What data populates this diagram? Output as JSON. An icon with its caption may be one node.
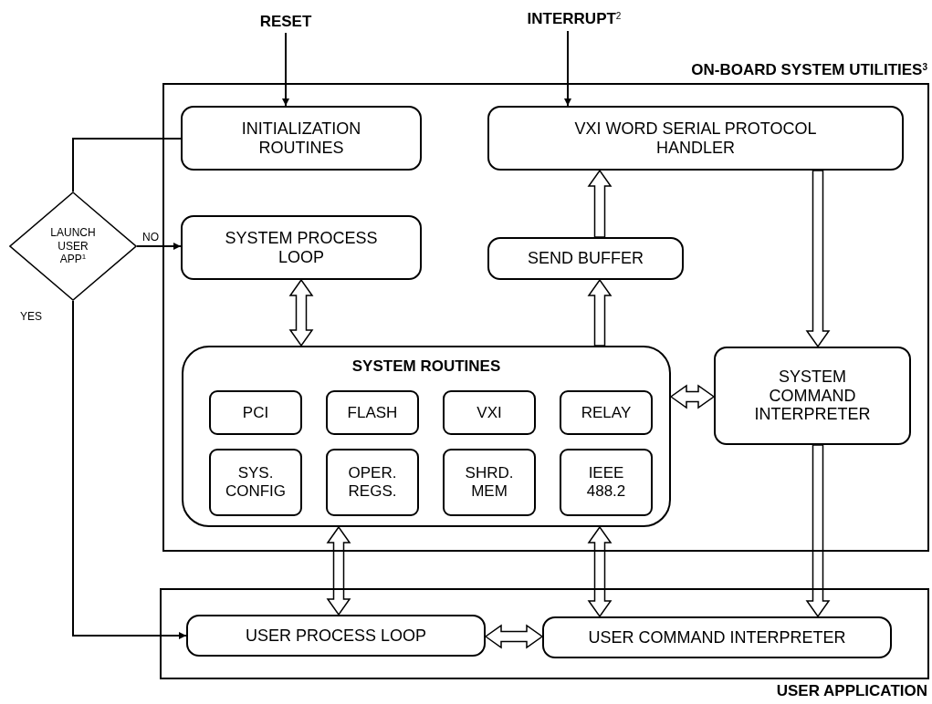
{
  "diagram": {
    "nodes": [
      {
        "text": [
          "RESET"
        ]
      },
      {
        "text": [
          "INTERRUPT$^{2}$"
        ]
      },
      {
        "text": [
          "ON-BOARD SYSTEM UTILITIES$^{3}$"
        ]
      },
      {
        "text": [
          "INITIALIZATION ROUTINES"
        ],
        "in": 2
      },
      {
        "text": [
          "VXI WORD SERIAL PROTOCOL HANDLER"
        ],
        "in": 2
      },
      {
        "text": [
          "LAUNCH USER APP$^{1}$"
        ]
      },
      {
        "text": [
          "SYSTEM PROCESS LOOP"
        ],
        "in": 2
      },
      {
        "text": [
          "SEND BUFFER"
        ],
        "in": 2
      },
      {
        "text": [
          "SYSTEM ROUTINES"
        ],
        "in": 2
      },
      {
        "text": [
          "PCI"
        ],
        "in": 8
      },
      {
        "text": [
          "FLASH"
        ],
        "in": 8
      },
      {
        "text": [
          "VXI"
        ],
        "in": 8
      },
      {
        "text": [
          "RELAY"
        ],
        "in": 8
      },
      {
        "text": [
          "SYS. CONFIG"
        ],
        "in": 8
      },
      {
        "text": [
          "OPER. REGS."
        ],
        "in": 8
      },
      {
        "text": [
          "SHRD. MEM"
        ],
        "in": 8
      },
      {
        "text": [
          "IEEE 488.2"
        ],
        "in": 8
      },
      {
        "text": [
          "SYSTEM COMMAND INTERPRETER"
        ],
        "in": 2
      },
      {
        "text": [
          "USER APPLICATION"
        ]
      },
      {
        "text": [
          "USER PROCESS LOOP"
        ],
        "in": 18
      },
      {
        "text": [
          "USER COMMAND INTERPRETER"
        ],
        "in": 18
      }
    ],
    "edges": [
      {
        "from": 0,
        "to": 3,
        "arrow": "to"
      },
      {
        "from": 1,
        "to": 4,
        "arrow": "to"
      },
      {
        "from": 3,
        "to": 5,
        "arrow": "none"
      },
      {
        "from": 5,
        "to": 6,
        "arrow": "to",
        "label": "NO"
      },
      {
        "from": 5,
        "to": 19,
        "arrow": "to",
        "label": "YES"
      },
      {
        "from": 6,
        "to": 8,
        "arrow": "both",
        "style": "thick"
      },
      {
        "from": 8,
        "to": 7,
        "arrow": "to",
        "style": "thick"
      },
      {
        "from": 7,
        "to": 4,
        "arrow": "to",
        "style": "thick"
      },
      {
        "from": 4,
        "to": 17,
        "arrow": "to",
        "style": "thick"
      },
      {
        "from": 8,
        "to": 17,
        "arrow": "both",
        "style": "thick"
      },
      {
        "from": 17,
        "to": 20,
        "arrow": "to",
        "style": "thick"
      },
      {
        "from": 8,
        "to": 19,
        "arrow": "both",
        "style": "thick"
      },
      {
        "from": 8,
        "to": 20,
        "arrow": "both",
        "style": "thick"
      },
      {
        "from": 19,
        "to": 20,
        "arrow": "both",
        "style": "thick"
      }
    ]
  }
}
